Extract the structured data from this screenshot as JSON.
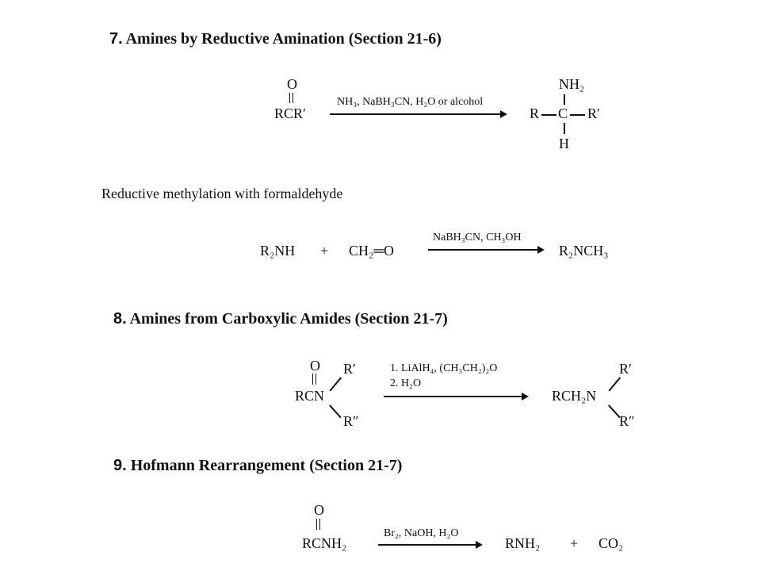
{
  "sec7": {
    "num": "7.",
    "title": "Amines by Reductive Amination (Section 21-6)",
    "reactant_o": "O",
    "reactant": "RCR′",
    "conditions": "NH₃, NaBH₃CN, H₂O or alcohol",
    "product_top": "NH₂",
    "product_r": "R",
    "product_c": "C",
    "product_rp": "R′",
    "product_h": "H"
  },
  "methylation": {
    "subtitle": "Reductive methylation with formaldehyde",
    "reactant1": "R₂NH",
    "plus": "+",
    "reactant2": "CH₂═O",
    "conditions": "NaBH₃CN, CH₃OH",
    "product": "R₂NCH₃"
  },
  "sec8": {
    "num": "8.",
    "title": "Amines from Carboxylic Amides (Section 21-7)",
    "reactant_o": "O",
    "reactant": "RCN",
    "reactant_r1": "R′",
    "reactant_r2": "R″",
    "cond1": "1. LiAlH₄, (CH₃CH₂)₂O",
    "cond2": "2. H₂O",
    "product": "RCH₂N",
    "product_r1": "R′",
    "product_r2": "R″"
  },
  "sec9": {
    "num": "9.",
    "title": "Hofmann Rearrangement (Section 21-7)",
    "reactant_o": "O",
    "reactant": "RCNH₂",
    "conditions": "Br₂, NaOH, H₂O",
    "product1": "RNH₂",
    "plus": "+",
    "product2": "CO₂"
  }
}
